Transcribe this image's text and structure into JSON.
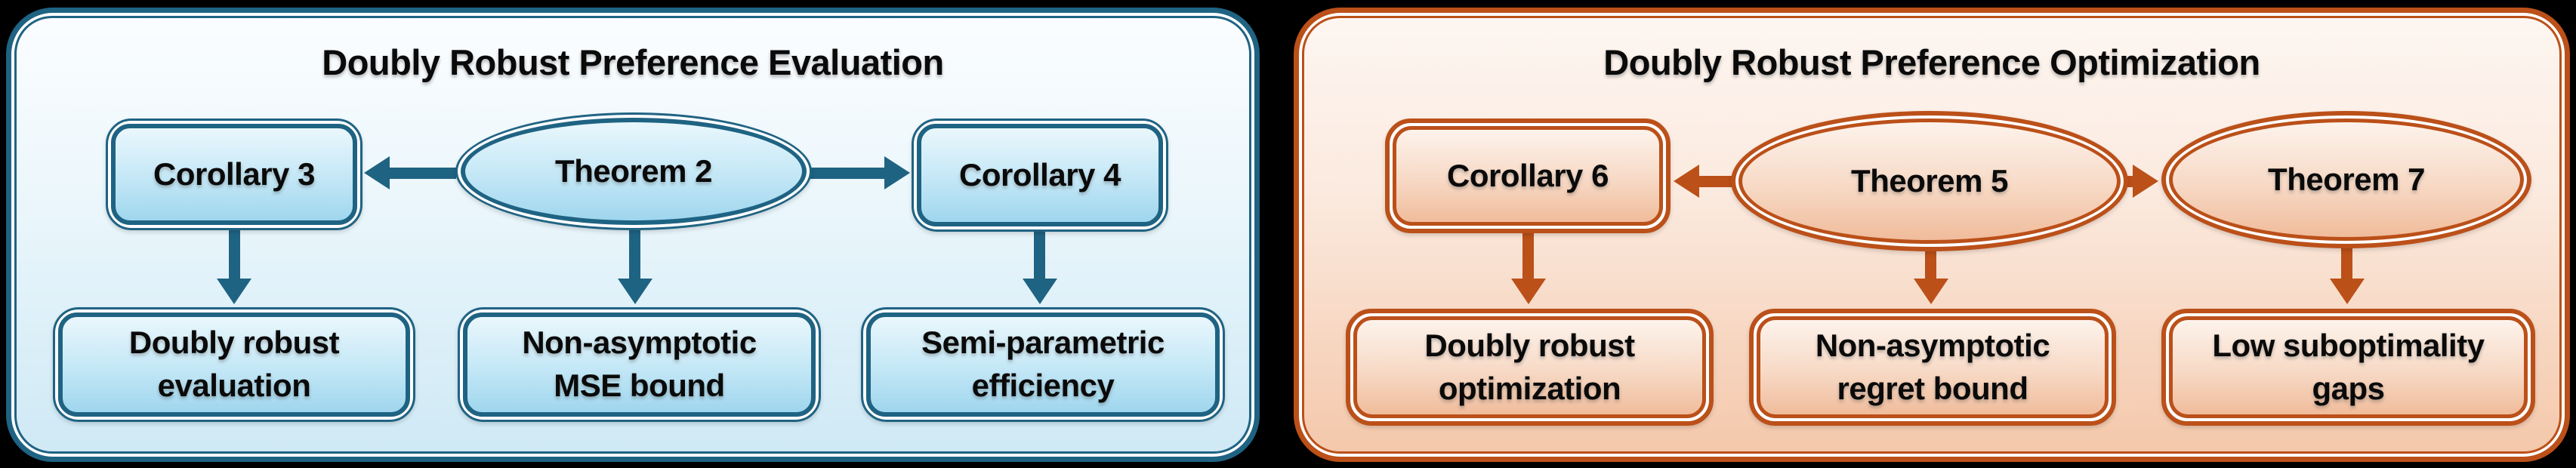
{
  "colors": {
    "background": "#000000",
    "text": "#0a0a0a",
    "blue_accent": "#1f6383",
    "orange_accent": "#bb5019"
  },
  "panels": [
    {
      "title": "Doubly Robust Preference Evaluation",
      "theme": "blue",
      "accent": "#1f6383",
      "top_nodes": [
        {
          "label": "Corollary 3",
          "shape": "rounded-rect"
        },
        {
          "label": "Theorem 2",
          "shape": "ellipse"
        },
        {
          "label": "Corollary 4",
          "shape": "rounded-rect"
        }
      ],
      "bottom_nodes": [
        {
          "label": [
            "Doubly robust",
            "evaluation"
          ]
        },
        {
          "label": [
            "Non-asymptotic",
            "MSE bound"
          ]
        },
        {
          "label": [
            "Semi-parametric",
            "efficiency"
          ]
        }
      ],
      "arrows": [
        "Theorem 2 -> Corollary 3",
        "Theorem 2 -> Corollary 4",
        "Corollary 3 -> Doubly robust evaluation",
        "Theorem 2 -> Non-asymptotic MSE bound",
        "Corollary 4 -> Semi-parametric efficiency"
      ]
    },
    {
      "title": "Doubly Robust Preference Optimization",
      "theme": "orange",
      "accent": "#bb5019",
      "top_nodes": [
        {
          "label": "Corollary 6",
          "shape": "rounded-rect"
        },
        {
          "label": "Theorem 5",
          "shape": "ellipse"
        },
        {
          "label": "Theorem 7",
          "shape": "ellipse"
        }
      ],
      "bottom_nodes": [
        {
          "label": [
            "Doubly robust",
            "optimization"
          ]
        },
        {
          "label": [
            "Non-asymptotic",
            "regret bound"
          ]
        },
        {
          "label": [
            "Low suboptimality",
            "gaps"
          ]
        }
      ],
      "arrows": [
        "Theorem 5 -> Corollary 6",
        "Theorem 5 -> Theorem 7",
        "Corollary 6 -> Doubly robust optimization",
        "Theorem 5 -> Non-asymptotic regret bound",
        "Theorem 7 -> Low suboptimality gaps"
      ]
    }
  ]
}
